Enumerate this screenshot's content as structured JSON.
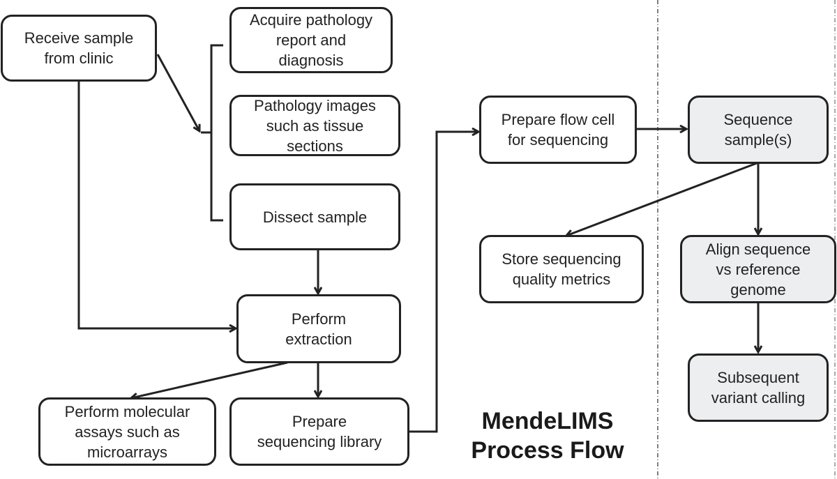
{
  "title": "MendeLIMS\nProcess Flow",
  "nodes": {
    "receive": {
      "label": "Receive sample\nfrom clinic"
    },
    "acquire": {
      "label": "Acquire pathology\nreport and\ndiagnosis"
    },
    "images": {
      "label": "Pathology images\nsuch as tissue\nsections"
    },
    "dissect": {
      "label": "Dissect sample"
    },
    "extract": {
      "label": "Perform\nextraction"
    },
    "molecular": {
      "label": "Perform molecular\nassays such as\nmicroarrays"
    },
    "library": {
      "label": "Prepare\nsequencing library"
    },
    "flowcell": {
      "label": "Prepare flow cell\nfor sequencing"
    },
    "sequence": {
      "label": "Sequence\nsample(s)"
    },
    "metrics": {
      "label": "Store sequencing\nquality metrics"
    },
    "align": {
      "label": "Align sequence\nvs reference\ngenome"
    },
    "variant": {
      "label": "Subsequent\nvariant calling"
    }
  },
  "edges": [
    {
      "from": "receive",
      "to": "pathology-group"
    },
    {
      "from": "receive",
      "to": "extract"
    },
    {
      "from": "dissect",
      "to": "extract"
    },
    {
      "from": "extract",
      "to": "molecular"
    },
    {
      "from": "extract",
      "to": "library"
    },
    {
      "from": "library",
      "to": "flowcell"
    },
    {
      "from": "flowcell",
      "to": "sequence"
    },
    {
      "from": "sequence",
      "to": "metrics"
    },
    {
      "from": "sequence",
      "to": "align"
    },
    {
      "from": "align",
      "to": "variant"
    }
  ],
  "colors": {
    "line": "#222222",
    "shaded_fill": "#eceef0",
    "divider": "#555555"
  }
}
